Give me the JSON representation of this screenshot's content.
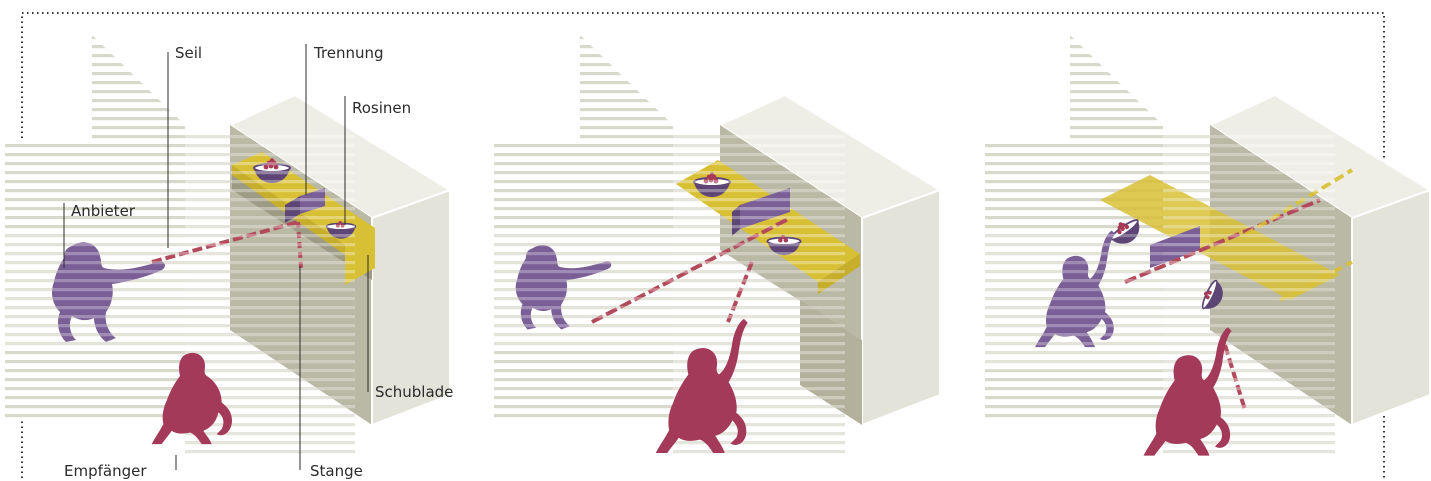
{
  "labels": {
    "rope": "Seil",
    "separator": "Trennung",
    "raisins": "Rosinen",
    "provider": "Anbieter",
    "drawer": "Schublade",
    "receiver": "Empfänger",
    "rod": "Stange"
  },
  "colors": {
    "screen_lines": "#d9d8cc",
    "box_front": "#e4e3d9",
    "box_top": "#efeee6",
    "box_dark": "#b3b19b",
    "tray": "#d8c035",
    "provider_ape": "#7a5f96",
    "receiver_ape": "#a43a5a",
    "rope": "#b24a5c",
    "bowl": "#5d4676",
    "raisin": "#a83a56",
    "text": "#2b2b2b"
  },
  "icons": [
    "ape-provider-icon",
    "ape-receiver-icon",
    "bowl-icon",
    "raisin-icon"
  ]
}
